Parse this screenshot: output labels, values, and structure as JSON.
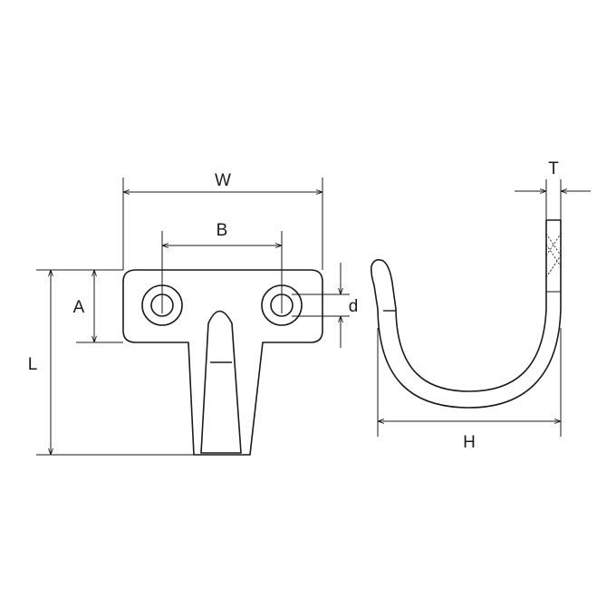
{
  "diagram": {
    "labels": {
      "W": "W",
      "B": "B",
      "A": "A",
      "L": "L",
      "d": "d",
      "T": "T",
      "H": "H"
    }
  }
}
